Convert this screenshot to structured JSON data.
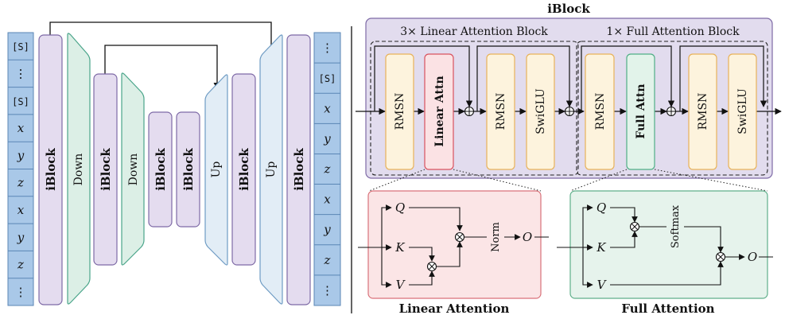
{
  "input_tokens": [
    "[S]",
    "⋮",
    "[S]",
    "x",
    "y",
    "z",
    "x",
    "y",
    "z",
    "⋮"
  ],
  "output_tokens": [
    "⋮",
    "[S]",
    "x",
    "y",
    "z",
    "x",
    "y",
    "z",
    "⋮"
  ],
  "unet": {
    "iblock": "iBlock",
    "down": "Down",
    "up": "Up"
  },
  "iblock_detail": {
    "title": "iBlock",
    "linear_group_label": "3× Linear Attention Block",
    "full_group_label": "1× Full Attention Block",
    "rmsn": "RMSN",
    "linear_attn": "Linear Attn",
    "full_attn": "Full Attn",
    "swiglu": "SwiGLU",
    "add_symbol": "⊕"
  },
  "linear_attention": {
    "caption": "Linear Attention",
    "q": "Q",
    "k": "K",
    "v": "V",
    "o": "O",
    "norm": "Norm",
    "mul_symbol": "⊗"
  },
  "full_attention": {
    "caption": "Full Attention",
    "q": "Q",
    "k": "K",
    "v": "V",
    "o": "O",
    "softmax": "Softmax",
    "mul_symbol": "⊗"
  },
  "colors": {
    "token_fill": "#a9c8e8",
    "token_stroke": "#5a86b5",
    "iblock_fill": "#e4dcef",
    "iblock_stroke": "#7e6aa6",
    "down_fill": "#dcefe6",
    "down_stroke": "#4aa58a",
    "up_fill": "#e2edf6",
    "up_stroke": "#6f9cc4",
    "panel_fill": "#e2dcee",
    "panel_stroke": "#7e6aa6",
    "yellow_fill": "#fdf3dd",
    "yellow_stroke": "#e8b25a",
    "pink_fill": "#fbe2e4",
    "pink_stroke": "#d9525e",
    "green_fill": "#e2f3ea",
    "green_stroke": "#4fae86",
    "linear_panel_fill": "#fbe5e6",
    "linear_panel_stroke": "#d9727a",
    "full_panel_fill": "#e6f3ec",
    "full_panel_stroke": "#5faf8a"
  }
}
